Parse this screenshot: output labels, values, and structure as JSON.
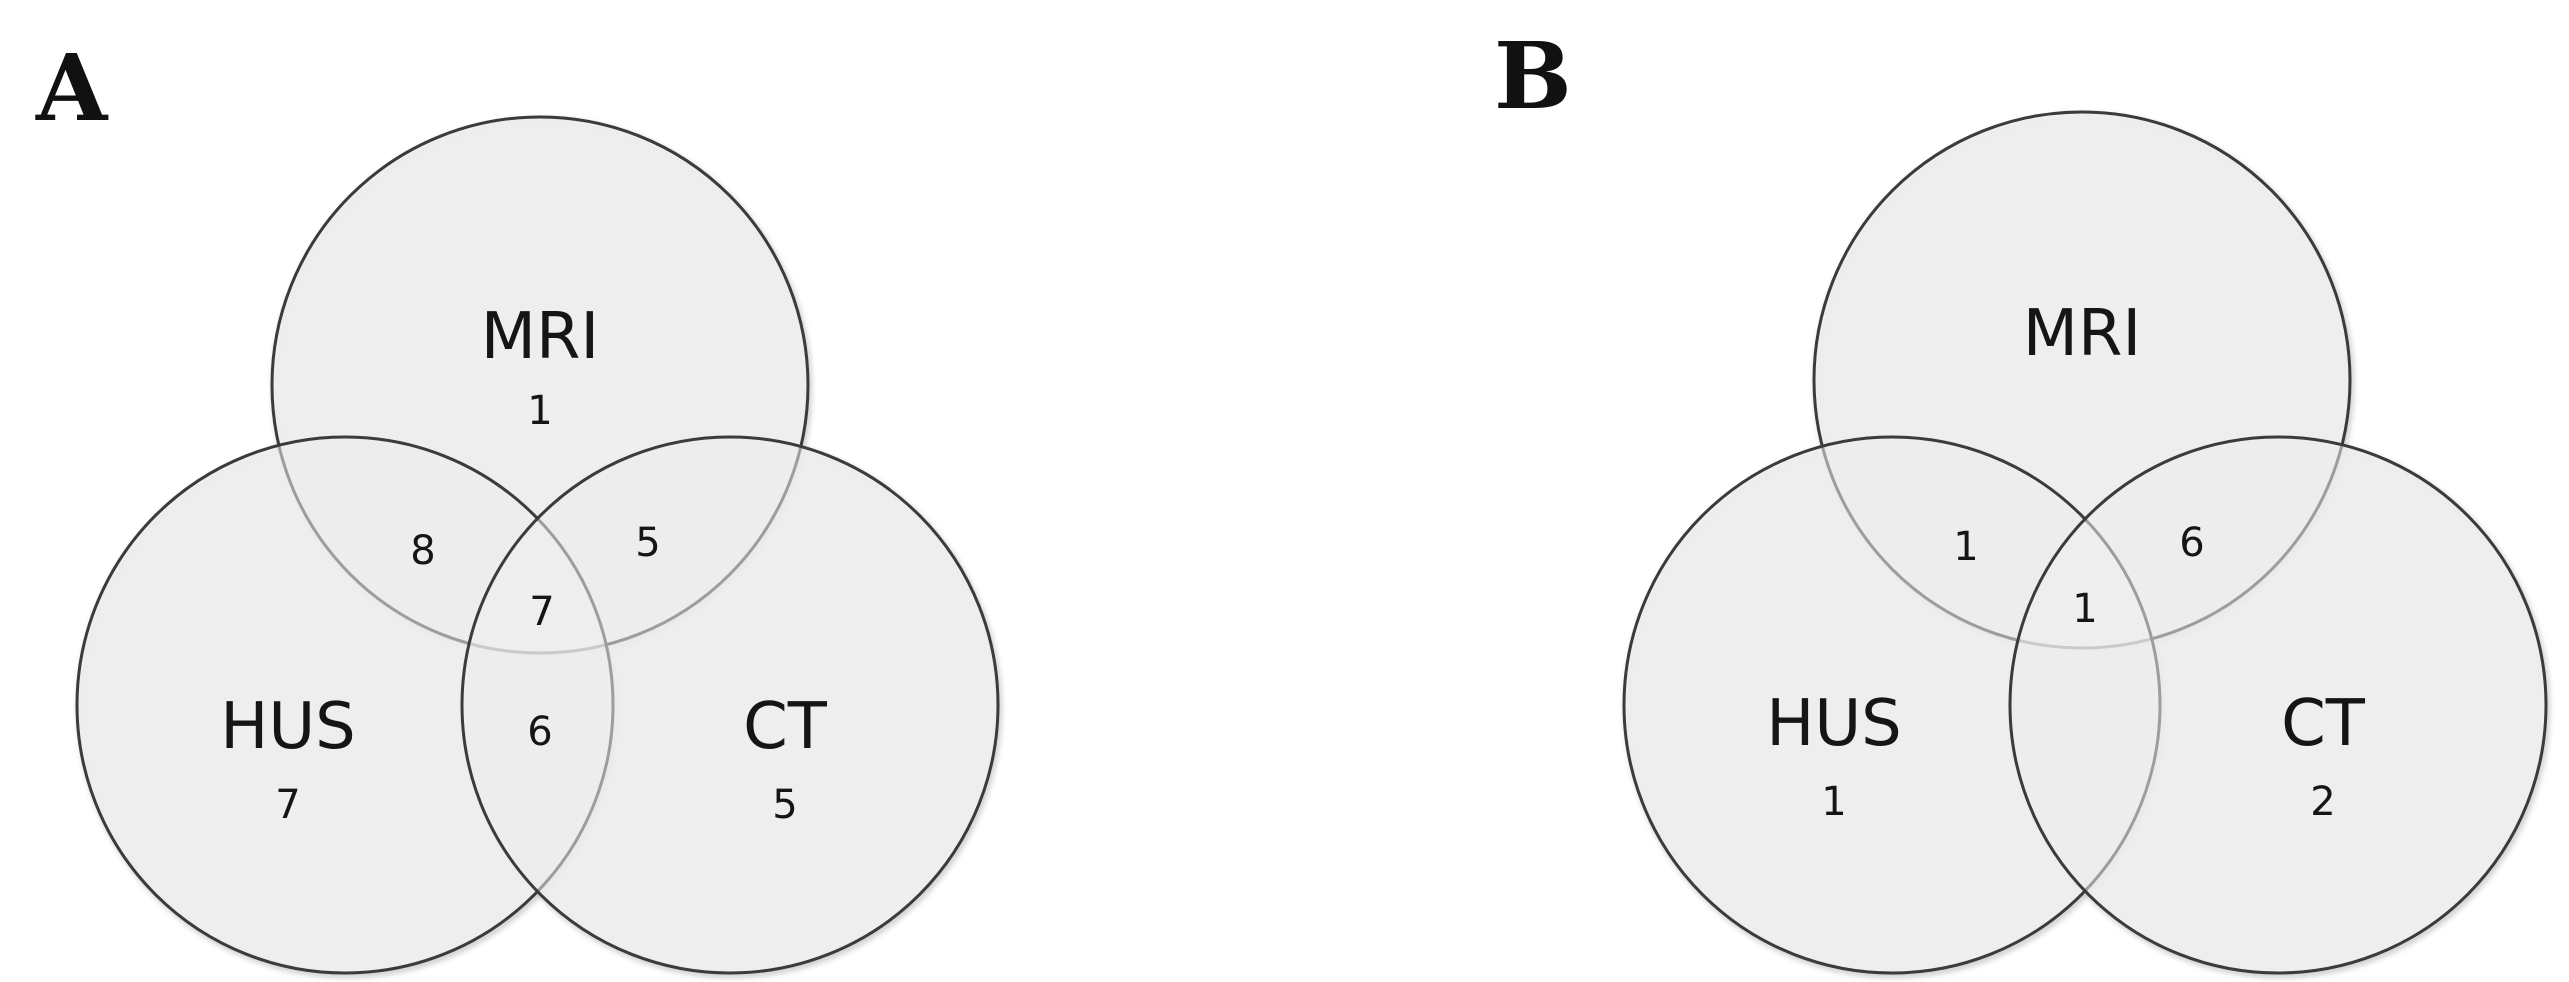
{
  "panels": [
    {
      "label": "A",
      "sets": {
        "top": "MRI",
        "left": "HUS",
        "right": "CT"
      },
      "counts": {
        "mri_only": "1",
        "hus_only": "7",
        "ct_only": "5",
        "mri_hus": "8",
        "mri_ct": "5",
        "hus_ct": "6",
        "all_three": "7"
      }
    },
    {
      "label": "B",
      "sets": {
        "top": "MRI",
        "left": "HUS",
        "right": "CT"
      },
      "counts": {
        "hus_only": "1",
        "ct_only": "2",
        "mri_hus": "1",
        "mri_ct": "6",
        "all_three": "1"
      }
    }
  ],
  "colors": {
    "circle_fill": "#eeeeee",
    "circle_stroke": "#3a3a3a",
    "text": "#151515"
  }
}
